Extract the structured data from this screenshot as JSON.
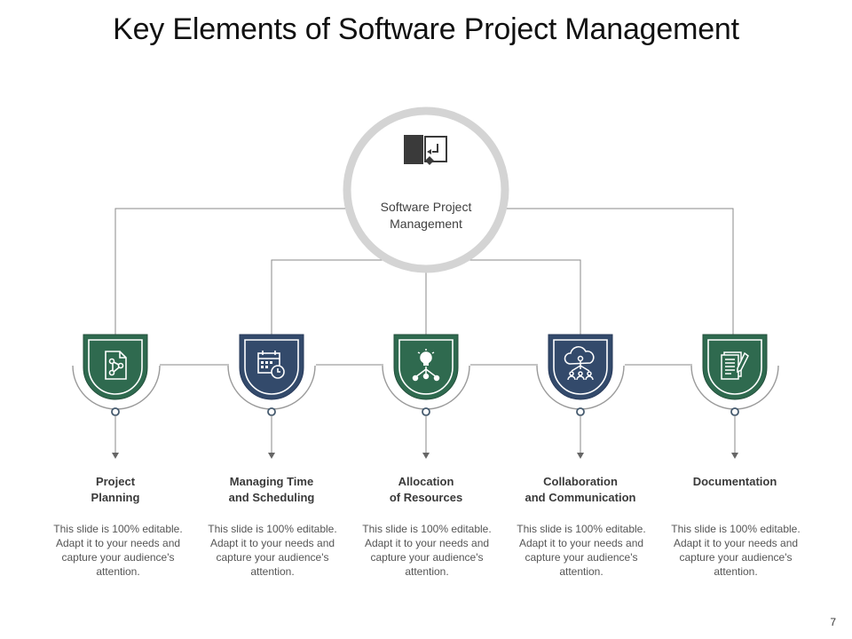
{
  "slide": {
    "title": "Key Elements of Software Project Management",
    "page_number": "7"
  },
  "hub": {
    "label_line1": "Software Project",
    "label_line2": "Management",
    "icon": "software-window-icon"
  },
  "colors": {
    "green": "#2f6a4f",
    "navy": "#334a6b",
    "hub_ring": "#d4d4d4",
    "connector": "#8a8a8a"
  },
  "items": [
    {
      "title_line1": "Project",
      "title_line2": "Planning",
      "icon": "project-planning-icon",
      "color": "green",
      "desc": "This slide is 100% editable. Adapt it to your needs and capture your audience's attention."
    },
    {
      "title_line1": "Managing Time",
      "title_line2": "and Scheduling",
      "icon": "calendar-clock-icon",
      "color": "navy",
      "desc": "This slide is 100% editable. Adapt it to your needs and capture your audience's attention."
    },
    {
      "title_line1": "Allocation",
      "title_line2": "of Resources",
      "icon": "lightbulb-network-icon",
      "color": "green",
      "desc": "This slide is 100% editable. Adapt it to your needs and capture your audience's attention."
    },
    {
      "title_line1": "Collaboration",
      "title_line2": "and Communication",
      "icon": "cloud-collaboration-icon",
      "color": "navy",
      "desc": "This slide is 100% editable. Adapt it to your needs and capture your audience's attention."
    },
    {
      "title_line1": "Documentation",
      "title_line2": "",
      "icon": "document-pen-icon",
      "color": "green",
      "desc": "This slide is 100% editable. Adapt it to your needs and capture your audience's attention."
    }
  ]
}
